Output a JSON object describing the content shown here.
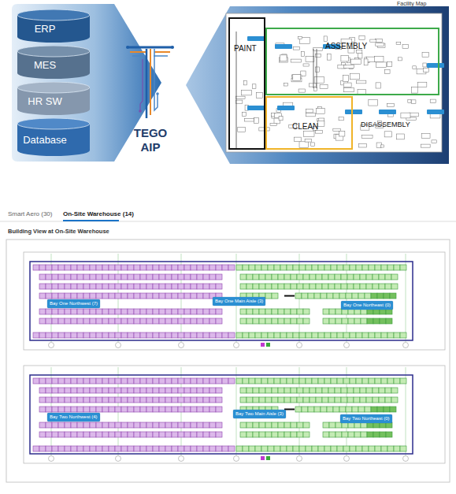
{
  "diagram": {
    "nodes": [
      {
        "text": [
          "ERP"
        ]
      },
      {
        "text": [
          "MES"
        ]
      },
      {
        "text": [
          "HR SW"
        ]
      },
      {
        "text": [
          "Database"
        ]
      },
      {
        "text": [
          "PAINT"
        ]
      },
      {
        "text": [
          "ASSEMBLY"
        ]
      },
      {
        "text": [
          "CLEAN"
        ]
      },
      {
        "text": [
          "Bay One Northwest (7)"
        ]
      },
      {
        "text": [
          "Bay One Main Aisle (3)"
        ]
      },
      {
        "text": [
          "Bay One Northeast (0)"
        ]
      },
      {
        "text": [
          "Bay Two Northwest (4)"
        ]
      },
      {
        "text": [
          "Bay Two Main Aisle (3)"
        ]
      },
      {
        "text": [
          "Bay Two Northeast (0)"
        ]
      }
    ],
    "labels": [
      "Facility Map",
      "TEGO AIP",
      "DISASSEMBLY",
      "Smart Aero (30)",
      "On-Site Warehouse (14)",
      "Building View at On-Site Warehouse"
    ]
  }
}
